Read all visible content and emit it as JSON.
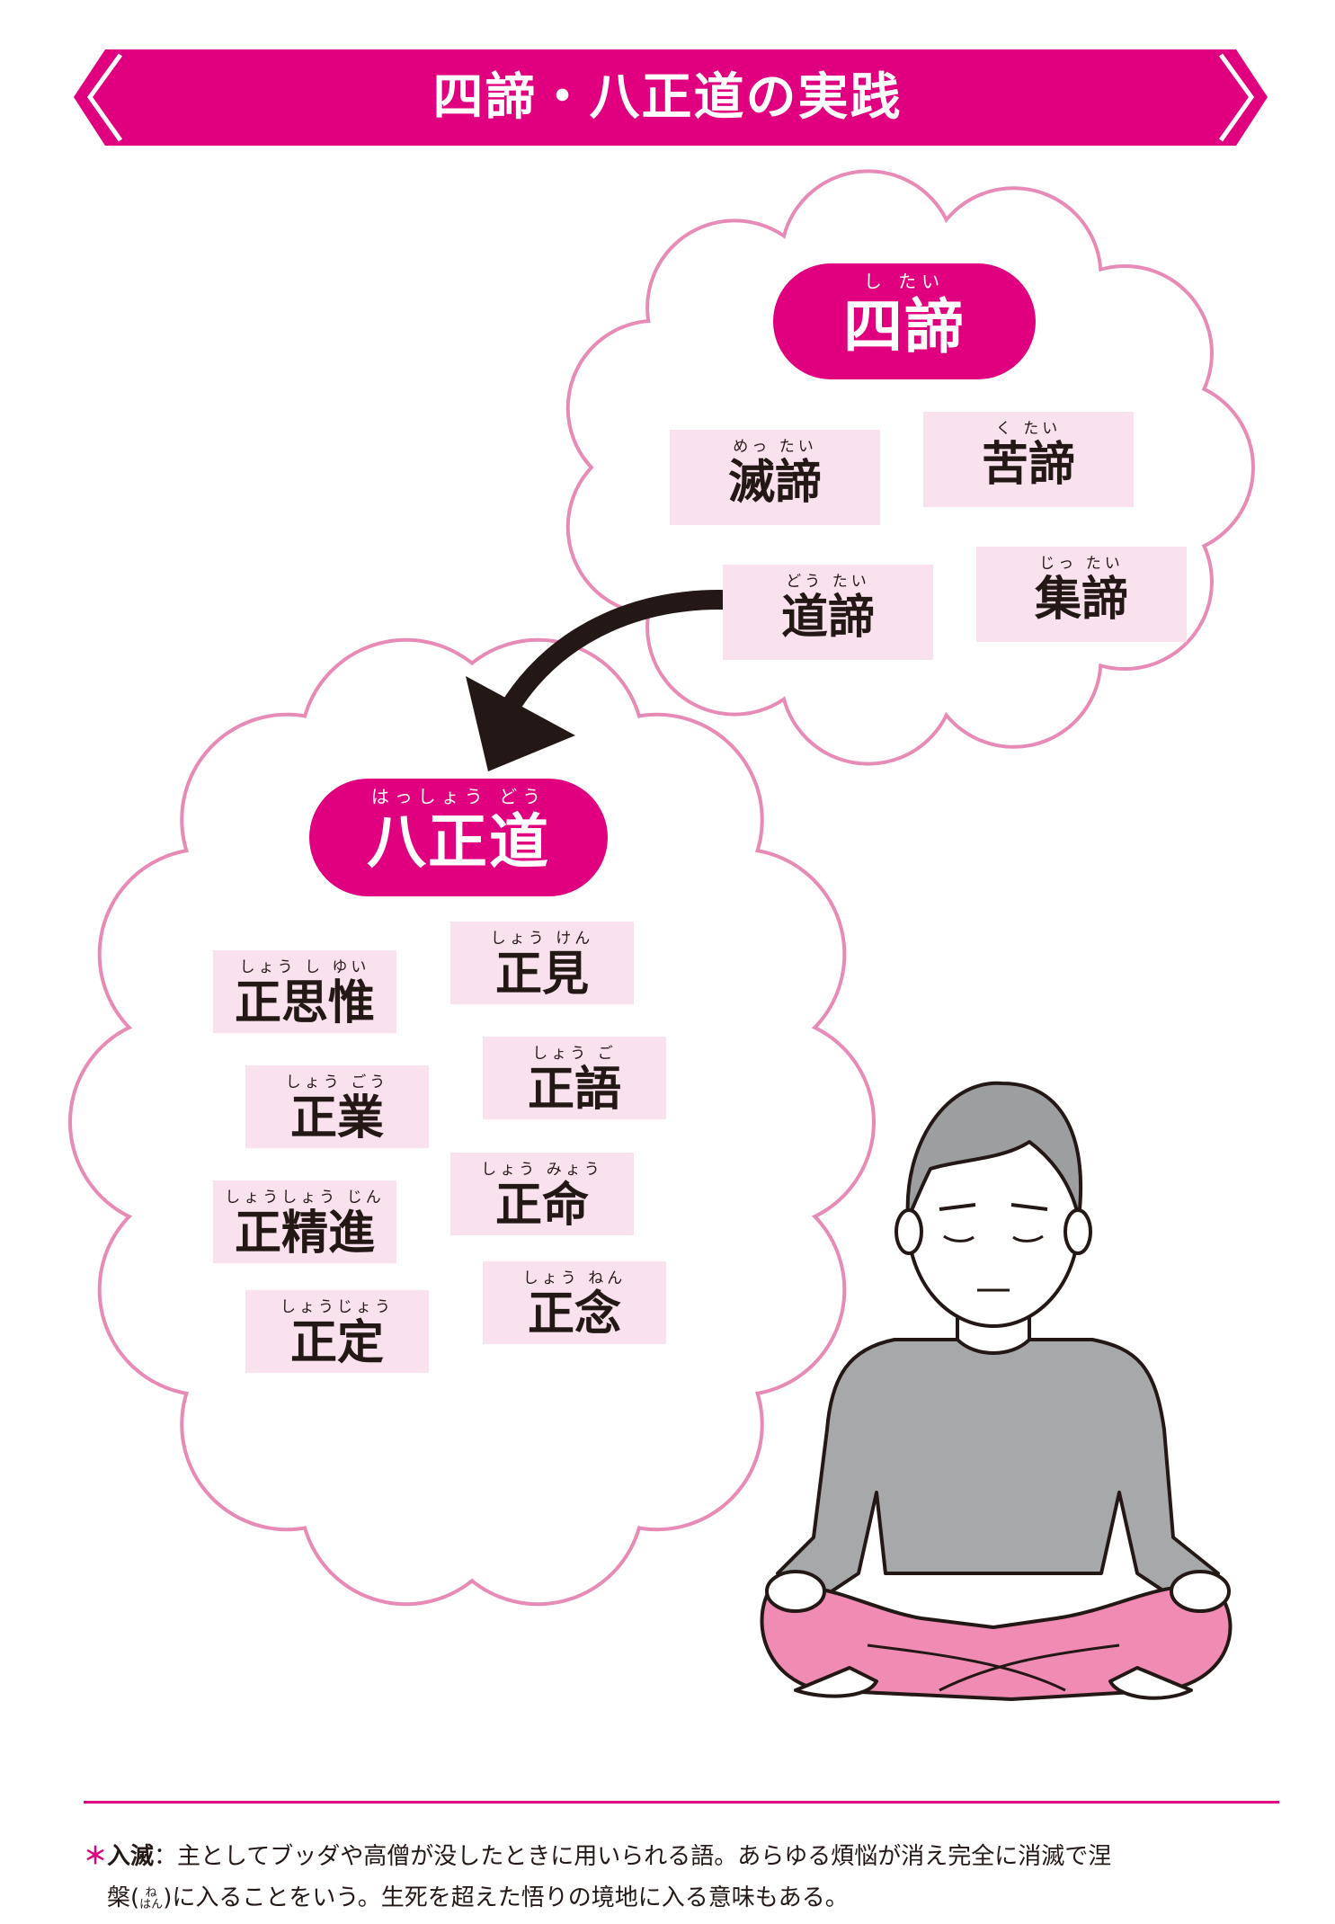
{
  "title": "四諦・八正道の実践",
  "colors": {
    "accent": "#e0007f",
    "cloud_stroke": "#e78bb6",
    "box_fill": "#f9e2ed",
    "text": "#231815"
  },
  "four_truths": {
    "heading": {
      "furigana": "し たい",
      "label": "四諦"
    },
    "items": [
      {
        "furigana": "めっ たい",
        "label": "滅諦"
      },
      {
        "furigana": "く たい",
        "label": "苦諦"
      },
      {
        "furigana": "どう たい",
        "label": "道諦"
      },
      {
        "furigana": "じっ たい",
        "label": "集諦"
      }
    ]
  },
  "eightfold_path": {
    "heading": {
      "furigana": "はっしょう どう",
      "label": "八正道"
    },
    "items": [
      {
        "furigana": "しょう し ゆい",
        "label": "正思惟"
      },
      {
        "furigana": "しょう けん",
        "label": "正見"
      },
      {
        "furigana": "しょう ご",
        "label": "正語"
      },
      {
        "furigana": "しょう ごう",
        "label": "正業"
      },
      {
        "furigana": "しょう みょう",
        "label": "正命"
      },
      {
        "furigana": "しょうしょう じん",
        "label": "正精進"
      },
      {
        "furigana": "しょう ねん",
        "label": "正念"
      },
      {
        "furigana": "しょうじょう",
        "label": "正定"
      }
    ]
  },
  "footnote": {
    "marker": "＊",
    "term": "入滅",
    "text_1": "：主としてブッダや高僧が没したときに用いられる語。あらゆる煩悩が消え完全に消滅で涅",
    "text_2a": "槃",
    "ruby_top": "ね",
    "ruby_bottom": "はん",
    "text_2b": "に入ることをいう。生死を超えた悟りの境地に入る意味もある。"
  }
}
